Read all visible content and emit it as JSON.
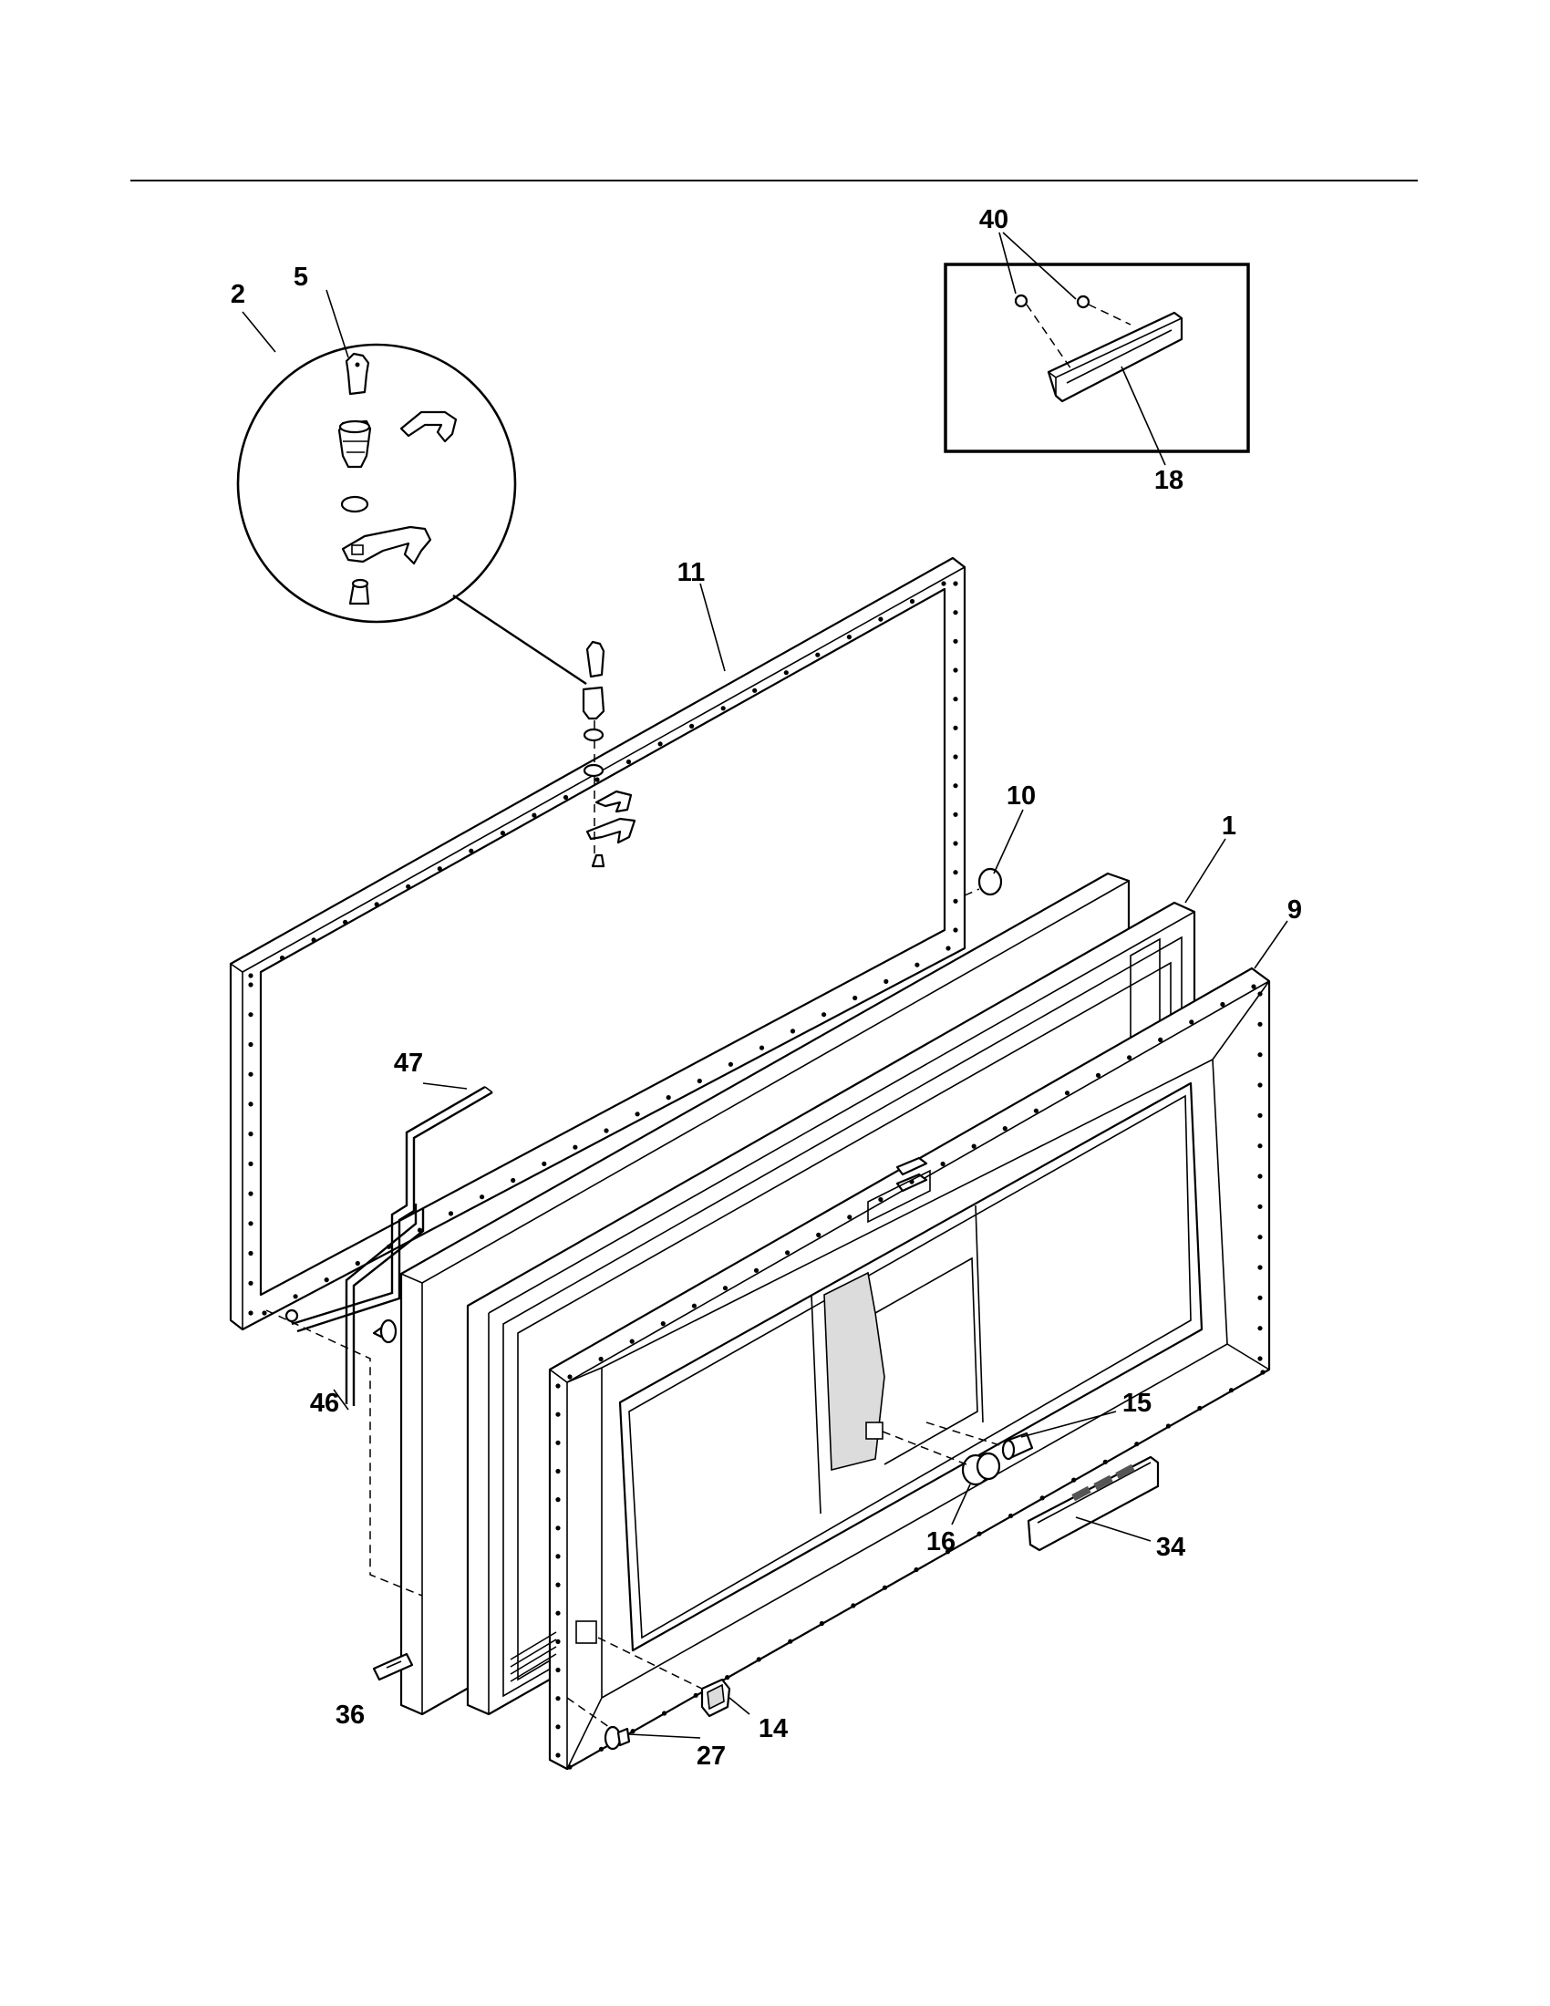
{
  "diagram": {
    "callouts": [
      {
        "id": "c40",
        "label": "40"
      },
      {
        "id": "c5",
        "label": "5"
      },
      {
        "id": "c2",
        "label": "2"
      },
      {
        "id": "c18",
        "label": "18"
      },
      {
        "id": "c11",
        "label": "11"
      },
      {
        "id": "c10",
        "label": "10"
      },
      {
        "id": "c1",
        "label": "1"
      },
      {
        "id": "c9",
        "label": "9"
      },
      {
        "id": "c47",
        "label": "47"
      },
      {
        "id": "c46",
        "label": "46"
      },
      {
        "id": "c15",
        "label": "15"
      },
      {
        "id": "c16",
        "label": "16"
      },
      {
        "id": "c34",
        "label": "34"
      },
      {
        "id": "c36",
        "label": "36"
      },
      {
        "id": "c14",
        "label": "14"
      },
      {
        "id": "c27",
        "label": "27"
      }
    ]
  }
}
